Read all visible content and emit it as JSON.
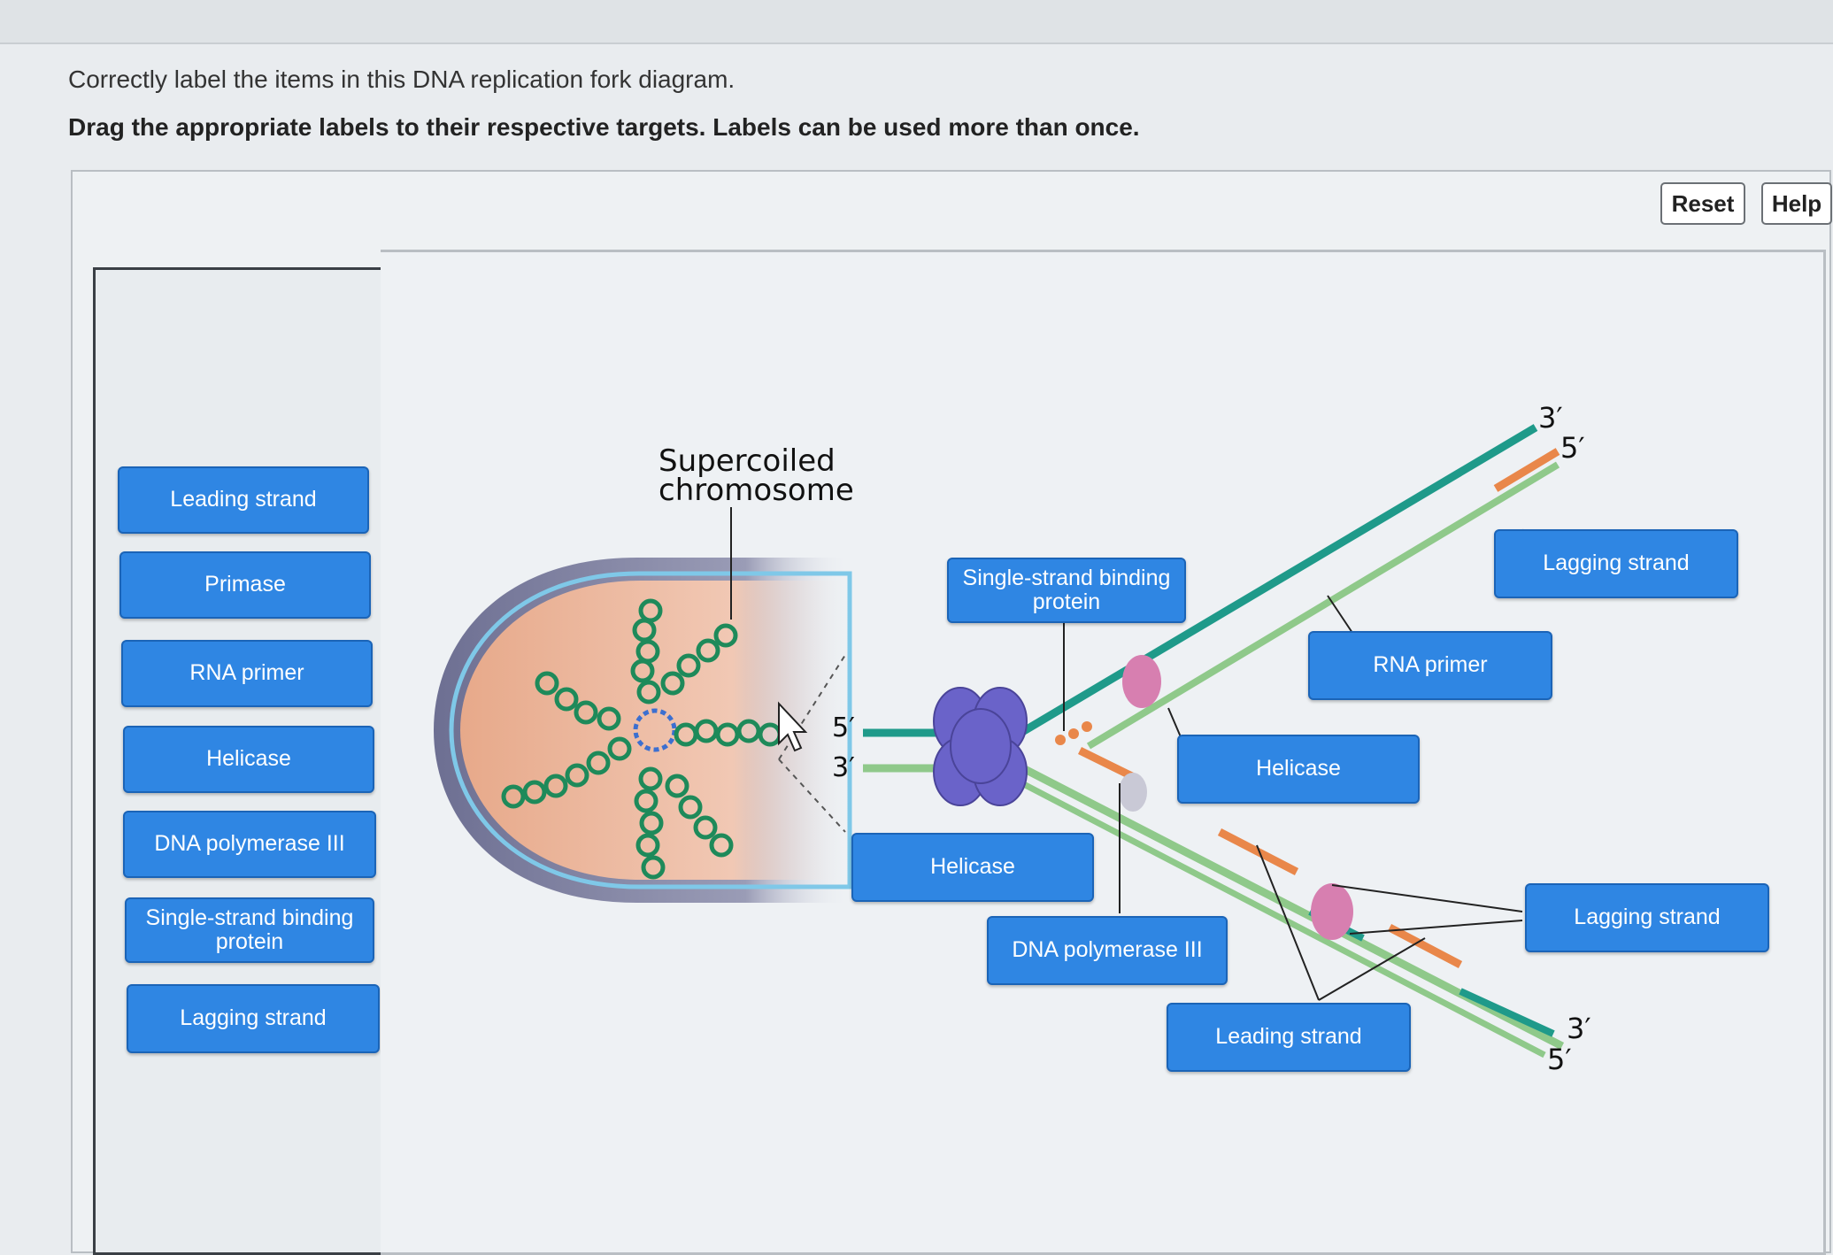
{
  "instructions": {
    "line1": "Correctly label the items in this DNA replication fork diagram.",
    "line2": "Drag the appropriate labels to their respective targets. Labels can be used more than once."
  },
  "toolbar": {
    "reset_label": "Reset",
    "help_label": "Help"
  },
  "label_bank": [
    "Leading strand",
    "Primase",
    "RNA primer",
    "Helicase",
    "DNA polymerase III",
    "Single-strand binding protein",
    "Lagging strand"
  ],
  "diagram": {
    "supercoiled_line1": "Supercoiled",
    "supercoiled_line2": "chromosome",
    "end_top_3": "3′",
    "end_top_5": "5′",
    "end_left_5": "5′",
    "end_left_3": "3′",
    "end_bottom_3": "3′",
    "end_bottom_5": "5′",
    "placed_labels": {
      "single_strand_binding": "Single-strand binding protein",
      "lagging_strand_top": "Lagging strand",
      "rna_primer": "RNA primer",
      "helicase_mid": "Helicase",
      "helicase_left": "Helicase",
      "dna_polymerase": "DNA polymerase III",
      "lagging_strand_bottom": "Lagging strand",
      "leading_strand": "Leading strand"
    }
  },
  "colors": {
    "label_blue": "#2f86e3",
    "strand_teal": "#1f9a8a",
    "strand_green": "#8fc98a",
    "primer_orange": "#e9874a",
    "helicase_purple": "#6a63c9",
    "polymerase_pink": "#d77fb0"
  }
}
